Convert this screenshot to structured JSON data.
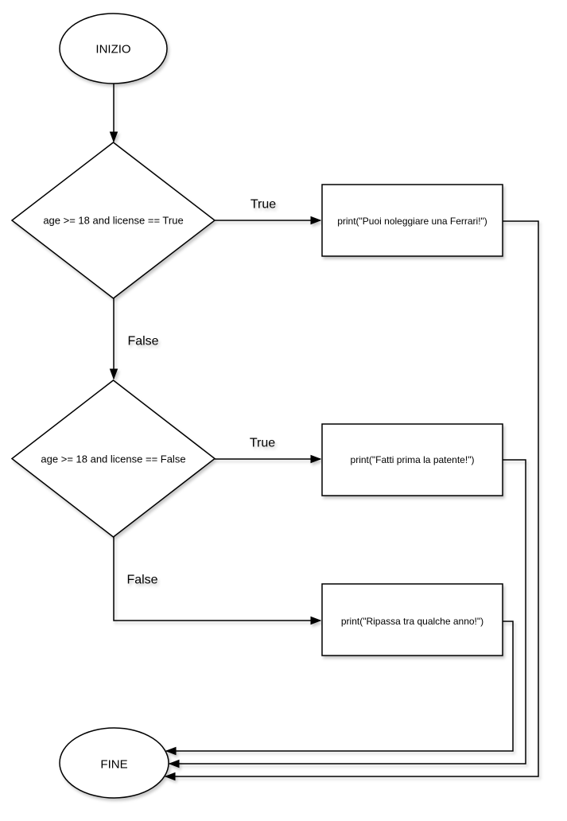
{
  "diagram": {
    "type": "flowchart",
    "background": "#ffffff",
    "colors": {
      "shape_fill": "#ffffff",
      "shape_stroke": "#000000",
      "text": "#000000",
      "shadow": "rgba(0,0,0,0.22)"
    },
    "nodes": {
      "start": {
        "type": "terminator",
        "label": "INIZIO"
      },
      "decision1": {
        "type": "decision",
        "label": "age >= 18 and license == True"
      },
      "process1": {
        "type": "process",
        "label": "print(\"Puoi noleggiare una Ferrari!\")"
      },
      "decision2": {
        "type": "decision",
        "label": "age >= 18 and license == False"
      },
      "process2": {
        "type": "process",
        "label": "print(\"Fatti prima la patente!\")"
      },
      "process3": {
        "type": "process",
        "label": "print(\"Ripassa tra qualche anno!\")"
      },
      "end": {
        "type": "terminator",
        "label": "FINE"
      }
    },
    "edges": {
      "start_to_decision1": {
        "from": "start",
        "to": "decision1",
        "label": ""
      },
      "decision1_true": {
        "from": "decision1",
        "to": "process1",
        "label": "True"
      },
      "decision1_false": {
        "from": "decision1",
        "to": "decision2",
        "label": "False"
      },
      "decision2_true": {
        "from": "decision2",
        "to": "process2",
        "label": "True"
      },
      "decision2_false": {
        "from": "decision2",
        "to": "process3",
        "label": "False"
      },
      "process1_to_end": {
        "from": "process1",
        "to": "end",
        "label": ""
      },
      "process2_to_end": {
        "from": "process2",
        "to": "end",
        "label": ""
      },
      "process3_to_end": {
        "from": "process3",
        "to": "end",
        "label": ""
      }
    }
  }
}
